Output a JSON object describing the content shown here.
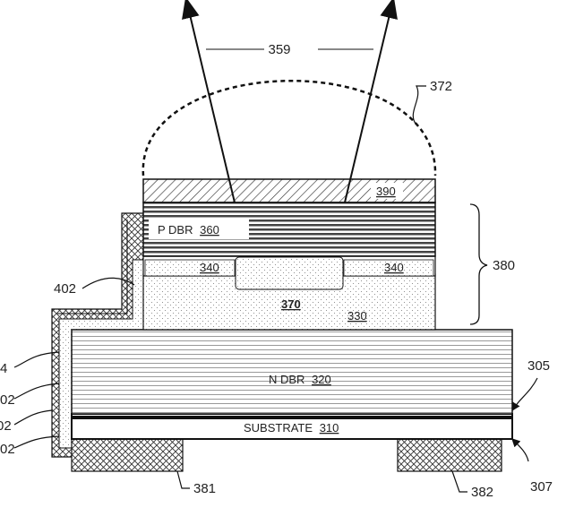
{
  "labels": {
    "beam": "359",
    "lens": "372",
    "bracket": "380",
    "wafer_edge": "305",
    "bottom_edge": "307",
    "p_contact": "381",
    "n_contact": "382",
    "sidewall": "402",
    "left_1": "4",
    "left_2": "02",
    "left_3": "02",
    "left_4": "02"
  },
  "layers": {
    "top_layer": "390",
    "p_dbr_text": "P DBR",
    "p_dbr_num": "360",
    "oxide_left": "340",
    "oxide_right": "340",
    "aperture": "370",
    "active": "330",
    "n_dbr_text": "N DBR",
    "n_dbr_num": "320",
    "substrate_text": "SUBSTRATE",
    "substrate_num": "310"
  }
}
